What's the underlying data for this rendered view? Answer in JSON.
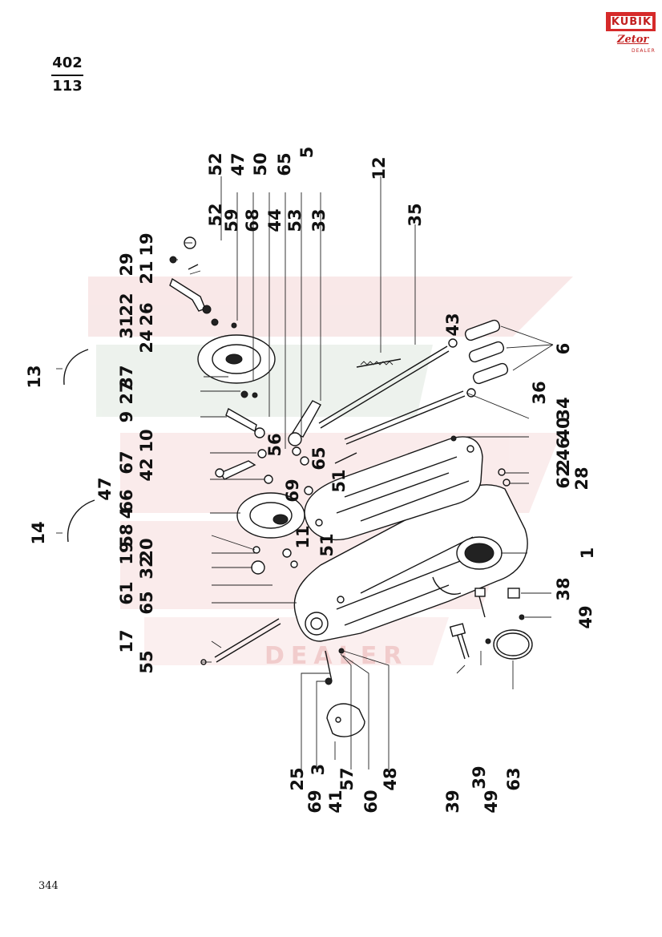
{
  "figure_number": {
    "top": "402",
    "bottom": "113"
  },
  "page_number": "344",
  "logo": {
    "brand": "KUBIK",
    "make": "Zetor",
    "tagline": "DEALER",
    "color": "#c21f1f"
  },
  "watermark": {
    "word": "DEALER",
    "color": "#f4d6d6",
    "alt_color": "#dfe9df"
  },
  "callouts": [
    {
      "id": "c13",
      "text": "13"
    },
    {
      "id": "c14",
      "text": "14"
    },
    {
      "id": "c17",
      "text": "17"
    },
    {
      "id": "c55",
      "text": "55"
    },
    {
      "id": "c61",
      "text": "61"
    },
    {
      "id": "c65a",
      "text": "65"
    },
    {
      "id": "c19a",
      "text": "19"
    },
    {
      "id": "c32",
      "text": "32"
    },
    {
      "id": "c58",
      "text": "58"
    },
    {
      "id": "c20",
      "text": "20"
    },
    {
      "id": "c47a",
      "text": "47"
    },
    {
      "id": "c66",
      "text": "66"
    },
    {
      "id": "c4",
      "text": "4"
    },
    {
      "id": "c67",
      "text": "67"
    },
    {
      "id": "c42",
      "text": "42"
    },
    {
      "id": "c10",
      "text": "10"
    },
    {
      "id": "c9",
      "text": "9"
    },
    {
      "id": "c37",
      "text": "37"
    },
    {
      "id": "c27",
      "text": "27"
    },
    {
      "id": "c31",
      "text": "31"
    },
    {
      "id": "c24",
      "text": "24"
    },
    {
      "id": "c22",
      "text": "22"
    },
    {
      "id": "c26",
      "text": "26"
    },
    {
      "id": "c29",
      "text": "29"
    },
    {
      "id": "c21",
      "text": "21"
    },
    {
      "id": "c19b",
      "text": "19"
    },
    {
      "id": "c52a",
      "text": "52"
    },
    {
      "id": "c59",
      "text": "59"
    },
    {
      "id": "c52b",
      "text": "52"
    },
    {
      "id": "c47b",
      "text": "47"
    },
    {
      "id": "c68",
      "text": "68"
    },
    {
      "id": "c50",
      "text": "50"
    },
    {
      "id": "c44",
      "text": "44"
    },
    {
      "id": "c65b",
      "text": "65"
    },
    {
      "id": "c53",
      "text": "53"
    },
    {
      "id": "c5",
      "text": "5"
    },
    {
      "id": "c33",
      "text": "33"
    },
    {
      "id": "c12",
      "text": "12"
    },
    {
      "id": "c35",
      "text": "35"
    },
    {
      "id": "c43",
      "text": "43"
    },
    {
      "id": "c6",
      "text": "6"
    },
    {
      "id": "c36",
      "text": "36"
    },
    {
      "id": "c34",
      "text": "34"
    },
    {
      "id": "c40",
      "text": "40"
    },
    {
      "id": "c46",
      "text": "46"
    },
    {
      "id": "c2",
      "text": "2"
    },
    {
      "id": "c62",
      "text": "62"
    },
    {
      "id": "c28",
      "text": "28"
    },
    {
      "id": "c1",
      "text": "1"
    },
    {
      "id": "c38",
      "text": "38"
    },
    {
      "id": "c49a",
      "text": "49"
    },
    {
      "id": "c56",
      "text": "56"
    },
    {
      "id": "c69a",
      "text": "69"
    },
    {
      "id": "c65c",
      "text": "65"
    },
    {
      "id": "c51a",
      "text": "51"
    },
    {
      "id": "c11",
      "text": "11"
    },
    {
      "id": "c51b",
      "text": "51"
    },
    {
      "id": "c25",
      "text": "25"
    },
    {
      "id": "c3",
      "text": "3"
    },
    {
      "id": "c69b",
      "text": "69"
    },
    {
      "id": "c41",
      "text": "41"
    },
    {
      "id": "c57",
      "text": "57"
    },
    {
      "id": "c60",
      "text": "60"
    },
    {
      "id": "c48",
      "text": "48"
    },
    {
      "id": "c39a",
      "text": "39"
    },
    {
      "id": "c39b",
      "text": "39"
    },
    {
      "id": "c49b",
      "text": "49"
    },
    {
      "id": "c63",
      "text": "63"
    }
  ]
}
